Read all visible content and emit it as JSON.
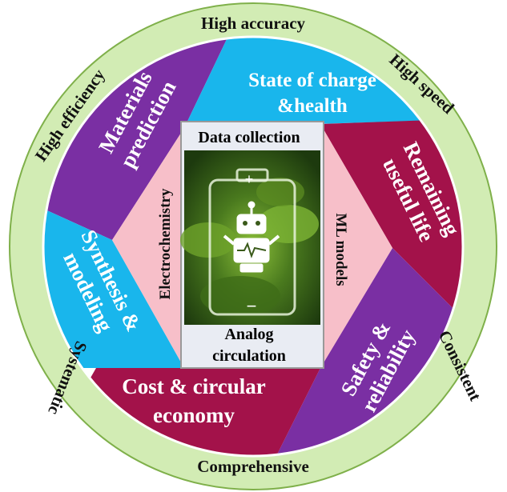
{
  "outer_ring": {
    "top": "High accuracy",
    "top_right": "High speed",
    "right": "Consistent",
    "bottom": "Comprehensive",
    "left_bottom": "Systematic",
    "left_top": "High efficiency"
  },
  "segments": {
    "materials": [
      "Materials",
      "prediction"
    ],
    "state": [
      "State of charge",
      "&health"
    ],
    "remaining": [
      "Remaining",
      "useful life"
    ],
    "safety": [
      "Safety &",
      "reliability"
    ],
    "cost": [
      "Cost & circular",
      "economy"
    ],
    "synthesis": [
      "Synthesis &",
      "modeling"
    ]
  },
  "inner": {
    "electrochemistry": "Electrochemistry",
    "ml_models": "ML models",
    "data_collection": "Data collection",
    "analog": [
      "Analog",
      "circulation"
    ]
  },
  "colors": {
    "ring": "#d2ecb4",
    "purple": "#7a2fa3",
    "cyan": "#19b6ec",
    "crimson": "#a3124a",
    "pink": "#f7bfc9",
    "box": "#eef1f7"
  }
}
